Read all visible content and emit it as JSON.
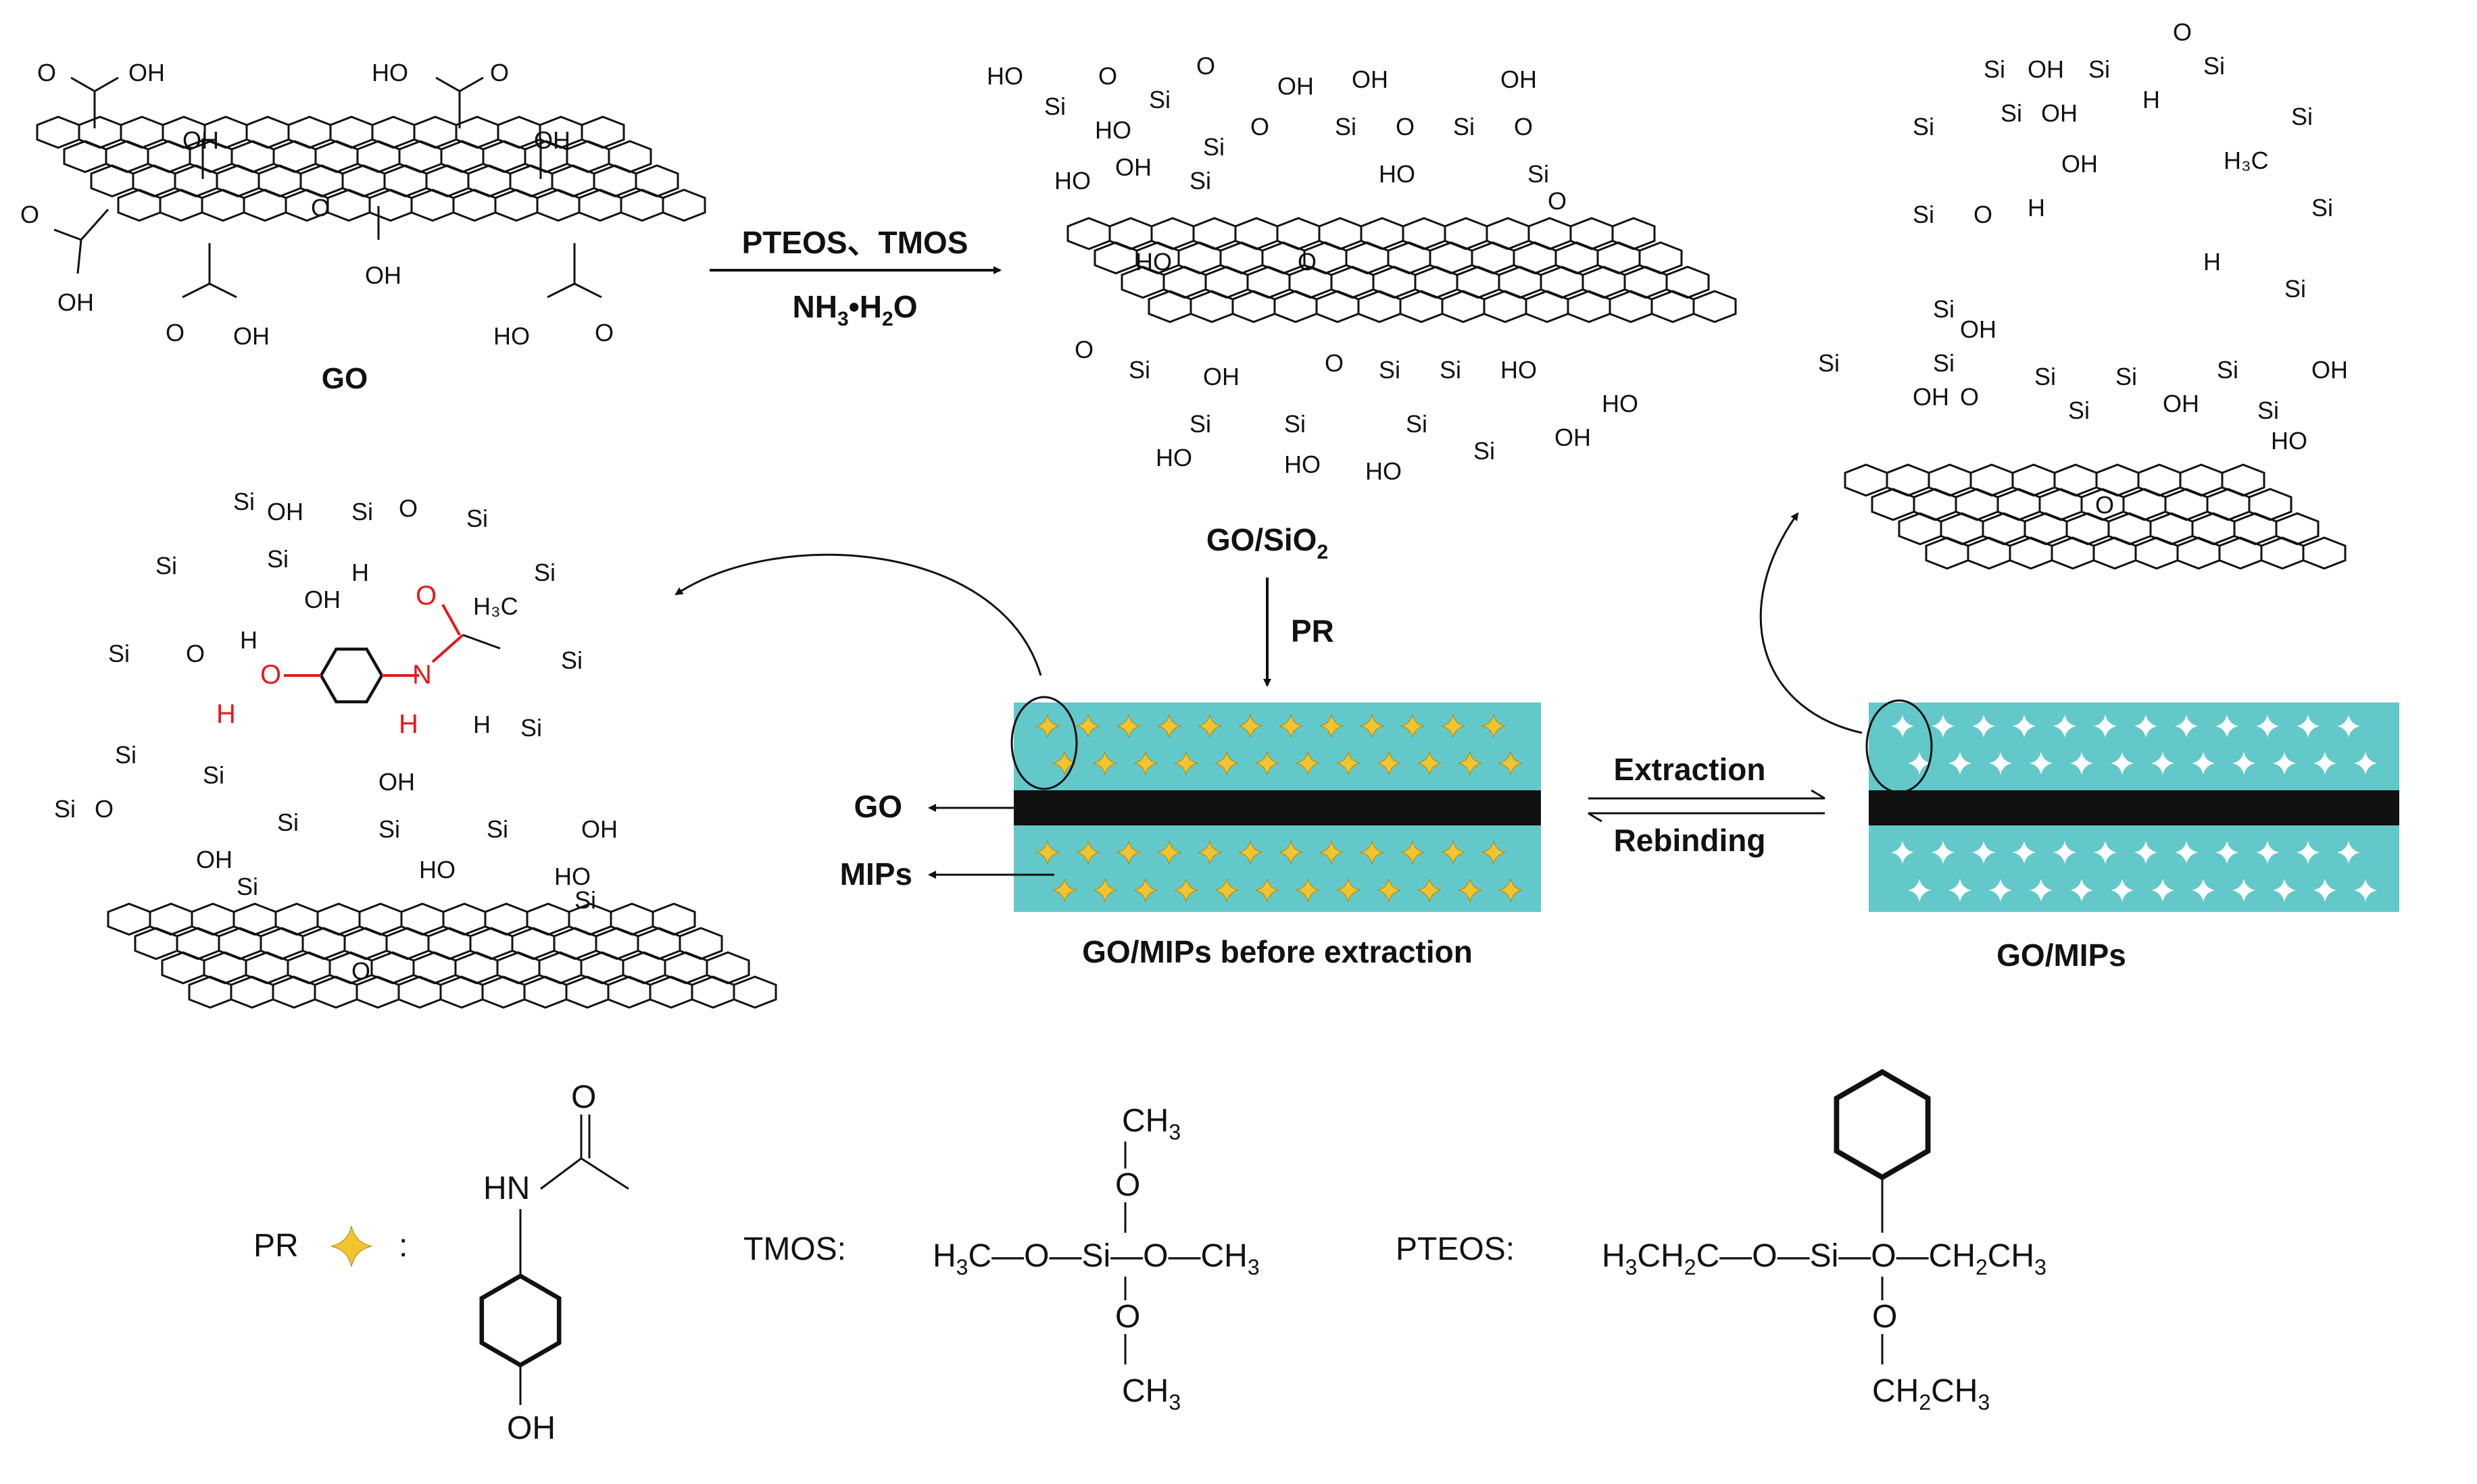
{
  "colors": {
    "teal": "#63c8c9",
    "bar": "#111111",
    "star_gold": "#f4c430",
    "star_white": "#ffffff",
    "highlight_red": "#e31a1c",
    "ink": "#111111"
  },
  "labels": {
    "go": "GO",
    "go_sio2": "GO/SiO",
    "go_sio2_sub": "2",
    "reagents_top": "PTEOS、TMOS",
    "reagents_bottom_a": "NH",
    "reagents_bottom_sub": "3",
    "reagents_bottom_b": "•H",
    "reagents_bottom_sub2": "2",
    "reagents_bottom_c": "O",
    "pr_arrow": "PR",
    "mips_before": "GO/MIPs before extraction",
    "mips_after": "GO/MIPs",
    "extraction": "Extraction",
    "rebinding": "Rebinding",
    "go_arrow": "GO",
    "mips_arrow": "MIPs"
  },
  "legend": {
    "pr": "PR",
    "colon": ":",
    "tmos": "TMOS:",
    "ptoes": "PTEOS:",
    "pr_o": "O",
    "pr_hn": "HN",
    "pr_oh": "OH",
    "tmos_top": "CH",
    "tmos_top_sub": "3",
    "tmos_o_top": "O",
    "tmos_row": "H",
    "tmos_row_sub": "3",
    "tmos_row_rest": "C—O—Si—O—CH",
    "tmos_row_sub2": "3",
    "tmos_o_bot": "O",
    "tmos_bot": "CH",
    "tmos_bot_sub": "3",
    "ptoes_row": "H",
    "ptoes_row_sub": "3",
    "ptoes_row_mid": "CH",
    "ptoes_row_sub2": "2",
    "ptoes_row_rest": "C—O—Si—O—CH",
    "ptoes_row_sub3": "2",
    "ptoes_row_end": "CH",
    "ptoes_row_sub4": "3",
    "ptoes_o_bot": "O",
    "ptoes_bot": "CH",
    "ptoes_bot_sub": "2",
    "ptoes_bot_mid": "CH",
    "ptoes_bot_sub2": "3"
  },
  "chem_text": {
    "oh": "OH",
    "ho": "HO",
    "o": "O",
    "si": "Si",
    "h": "H",
    "h3c": "H₃C",
    "n": "N"
  }
}
